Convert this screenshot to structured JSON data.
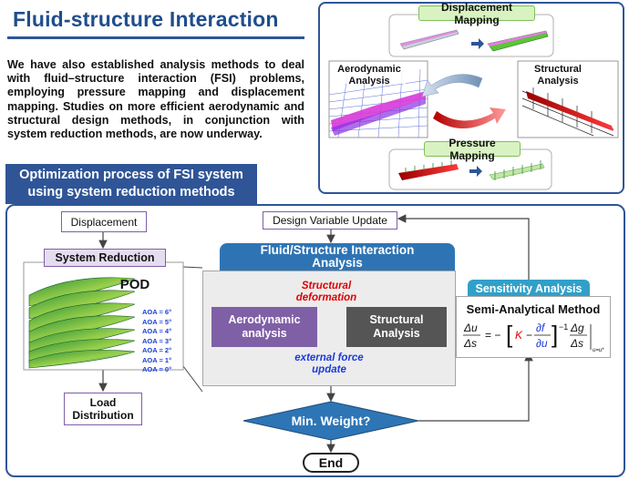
{
  "title": "Fluid-structure Interaction",
  "intro": "We have also established analysis methods to deal with fluid–structure interaction (FSI) problems, employing pressure mapping and displacement mapping. Studies on more efficient aerodynamic and structural design methods, in conjunction with system reduction methods, are now underway.",
  "top_panel": {
    "displacement_mapping": "Displacement Mapping",
    "aerodynamic_analysis": "Aerodynamic Analysis",
    "structural_analysis": "Structural Analysis",
    "pressure_mapping": "Pressure Mapping"
  },
  "optimization_title": "Optimization process of FSI system using system reduction methods",
  "flow": {
    "displacement": "Displacement",
    "system_reduction": "System Reduction",
    "pod": "POD",
    "aoa_labels": [
      "AOA = 6°",
      "AOA = 5°",
      "AOA = 4°",
      "AOA = 3°",
      "AOA = 2°",
      "AOA = 1°",
      "AOA = 0°"
    ],
    "load_distribution": "Load Distribution",
    "design_variable_update": "Design Variable Update",
    "fsi_analysis": "Fluid/Structure Interaction Analysis",
    "structural_deformation": "Structural deformation",
    "aerodynamic_analysis": "Aerodynamic analysis",
    "structural_analysis": "Structural Analysis",
    "external_force_update": "external force update",
    "sensitivity_analysis": "Sensitivity Analysis",
    "semi_analytical_method": "Semi-Analytical Method",
    "min_weight": "Min. Weight?",
    "end": "End"
  },
  "colors": {
    "title_blue": "#1f4e8c",
    "panel_blue": "#2f5597",
    "fsi_header": "#2e74b5",
    "aero_purple": "#7f5fa6",
    "struct_gray": "#555555",
    "diamond_blue": "#2e75b6",
    "system_reduction_fill": "#e5dcf0",
    "sensitivity_teal": "#31a0c8"
  }
}
